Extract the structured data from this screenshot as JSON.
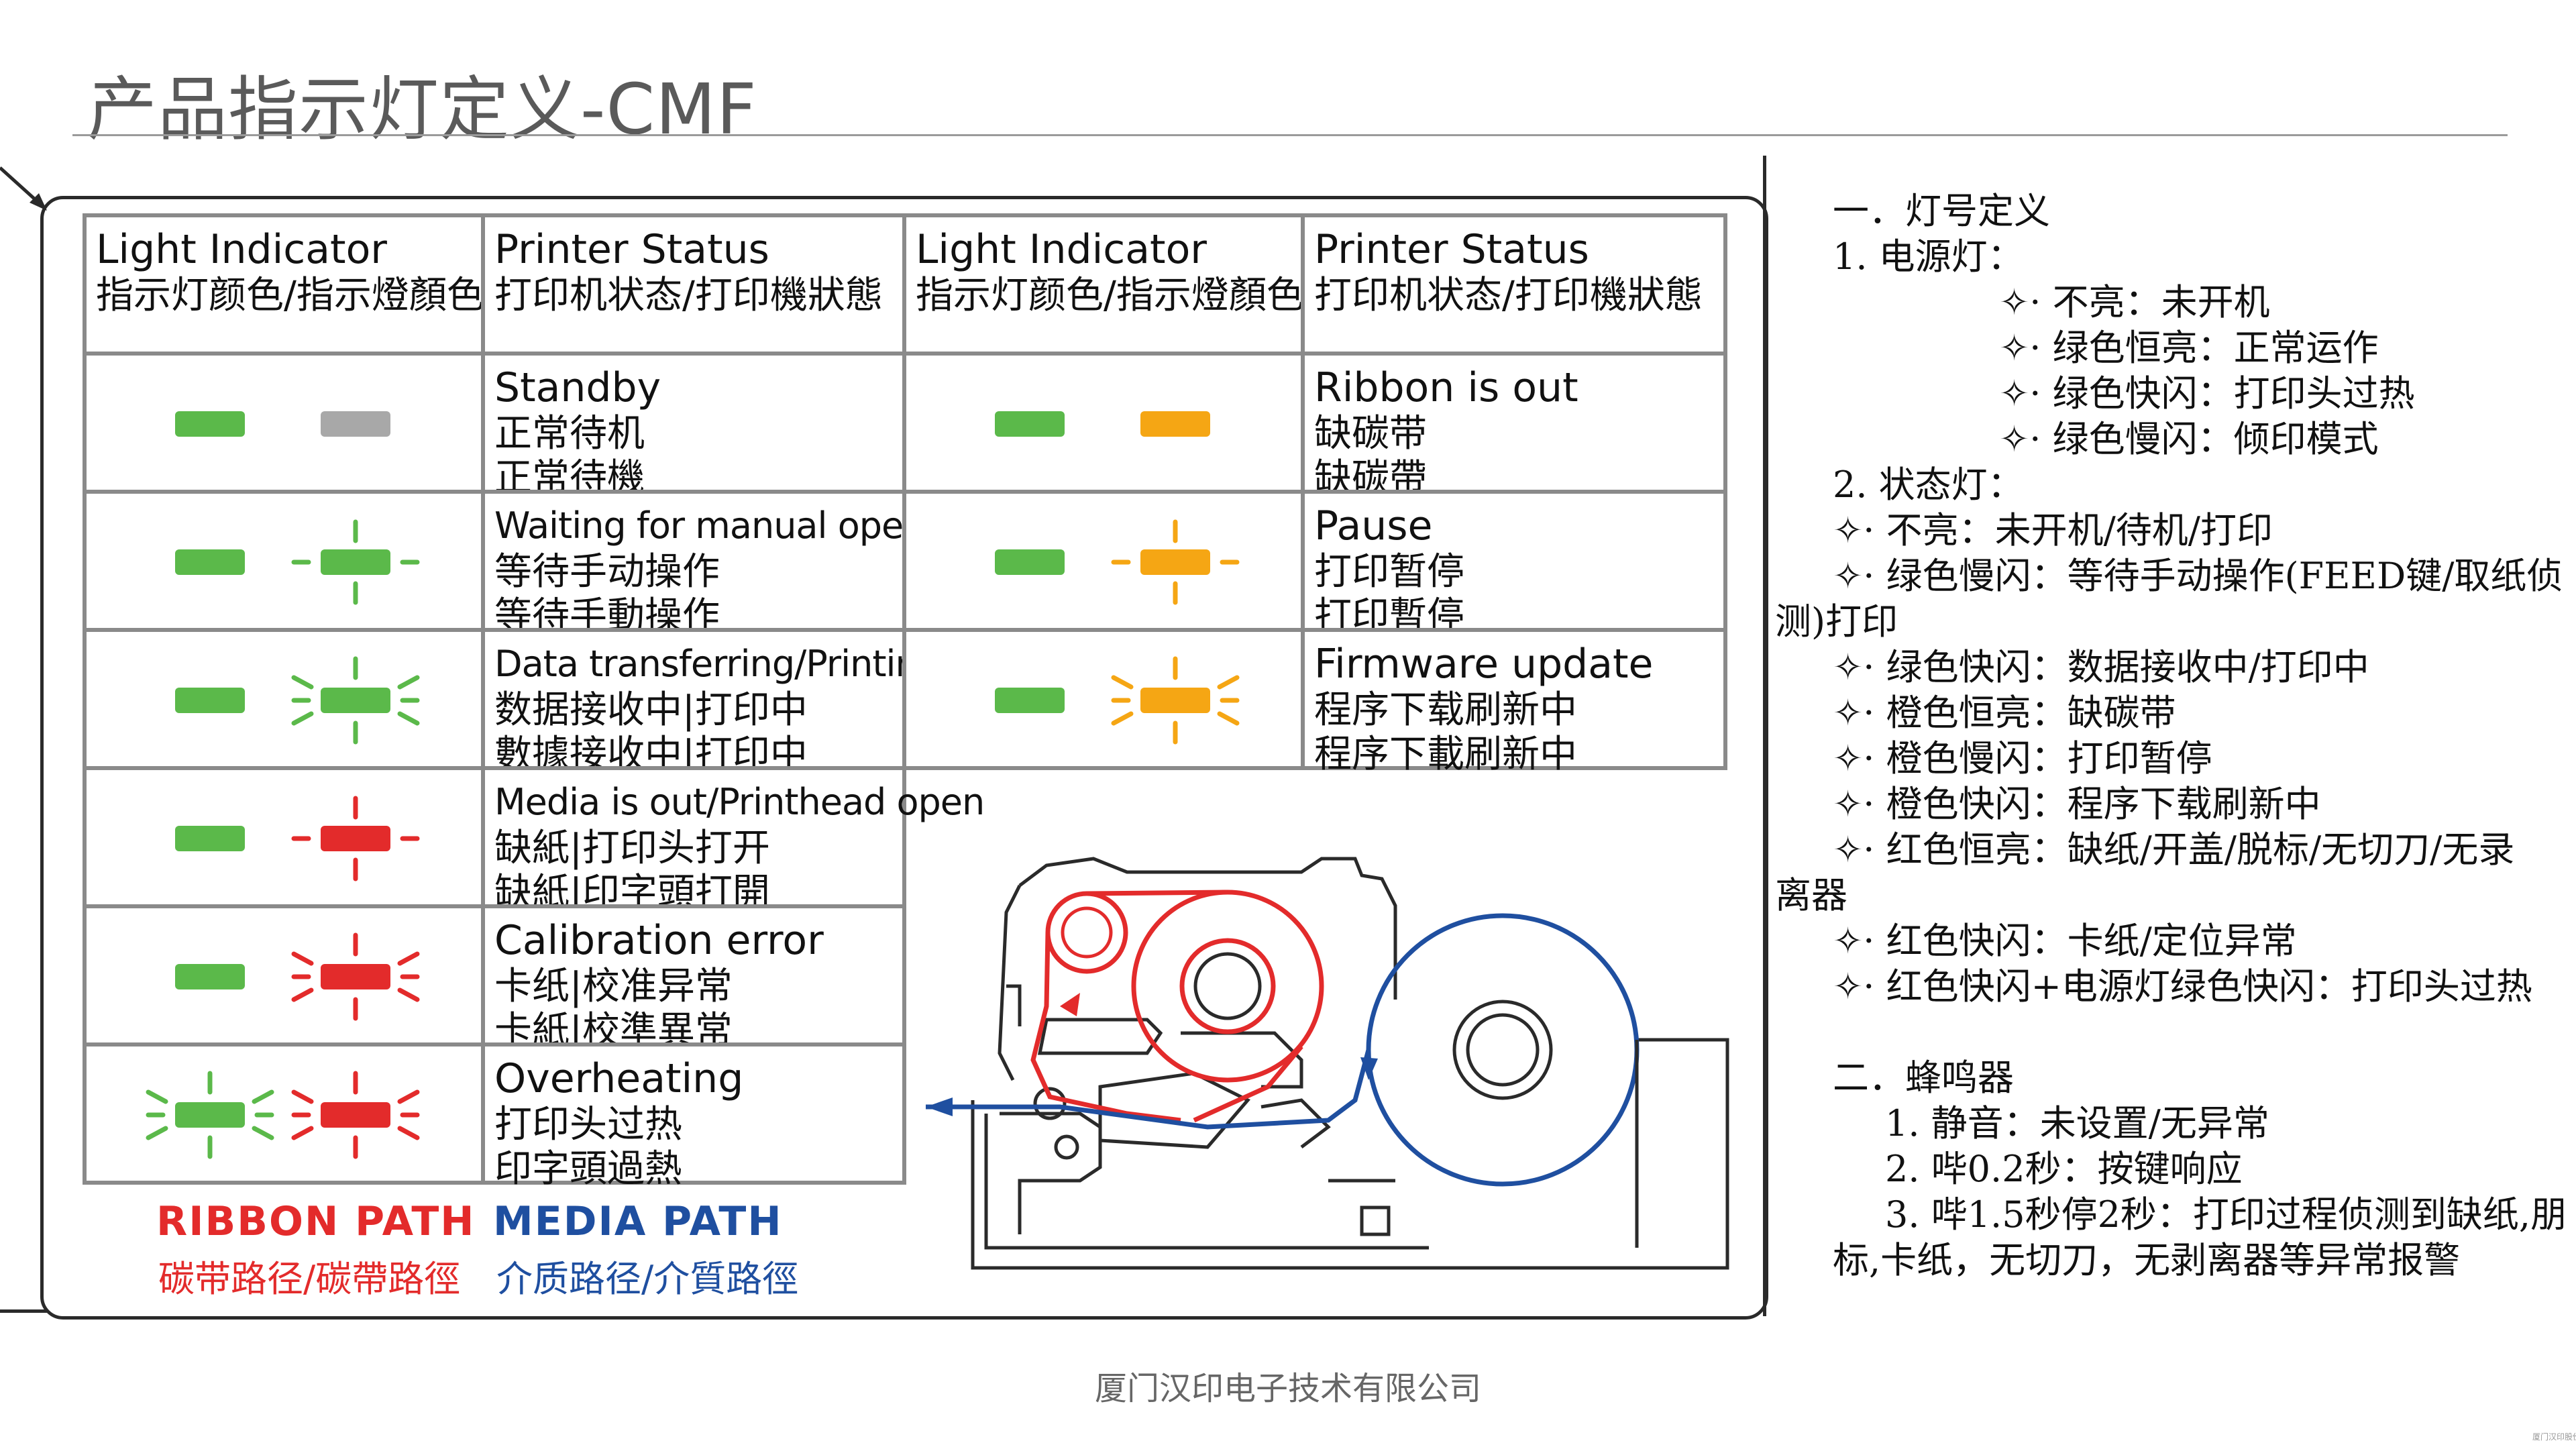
{
  "title": "产品指示灯定义-CMF",
  "table": {
    "header_left": {
      "en": "Light Indicator",
      "cn": "指示灯颜色/指示燈顏色"
    },
    "header_status": {
      "en": "Printer Status",
      "cn": "打印机状态/打印機狀態"
    },
    "header_right": {
      "en": "Light Indicator",
      "cn": "指示灯颜色/指示燈顏色"
    },
    "header_status_right": {
      "en": "Printer Status",
      "cn": "打印机状态/打印機狀態"
    },
    "left_rows": [
      {
        "en": "Standby",
        "cn": "正常待机",
        "tw": "正常待機"
      },
      {
        "en": "Waiting for manual operation",
        "cn": "等待手动操作",
        "tw": "等待手動操作"
      },
      {
        "en": "Data transferring/Printing",
        "cn": "数据接收中|打印中",
        "tw": "數據接收中|打印中"
      },
      {
        "en": "Media is out/Printhead open",
        "cn": "缺紙|打印头打开",
        "tw": "缺紙|印字頭打開"
      },
      {
        "en": "Calibration error",
        "cn": "卡纸|校准异常",
        "tw": "卡紙|校準異常"
      },
      {
        "en": "Overheating",
        "cn": "打印头过热",
        "tw": "印字頭過熱"
      }
    ],
    "right_rows": [
      {
        "en": "Ribbon is out",
        "cn": "缺碳带",
        "tw": "缺碳帶"
      },
      {
        "en": "Pause",
        "cn": "打印暂停",
        "tw": "打印暫停"
      },
      {
        "en": "Firmware update",
        "cn": "程序下载刷新中",
        "tw": "程序下載刷新中"
      }
    ]
  },
  "legend": {
    "ribbon_path": "RIBBON PATH",
    "ribbon_path_cn": "碳带路径/碳帶路徑",
    "media_path": "MEDIA PATH",
    "media_path_cn": "介质路径/介質路徑"
  },
  "colors": {
    "green": "#5bb94a",
    "gray": "#a8a8a8",
    "orange": "#f5a614",
    "red": "#e32b2b",
    "ribbon": "#e32b2b",
    "media": "#1f4fa0"
  },
  "notes": {
    "sec1": "一．灯号定义",
    "power_title": "1. 电源灯：",
    "power_items": [
      "✧· 不亮：未开机",
      "✧· 绿色恒亮：正常运作",
      "✧· 绿色快闪：打印头过热",
      "✧· 绿色慢闪：倾印模式"
    ],
    "status_title": "2. 状态灯：",
    "status_items": [
      "✧· 不亮：未开机/待机/打印",
      "✧· 绿色慢闪：等待手动操作(FEED键/取纸侦",
      "测)打印",
      "✧· 绿色快闪：数据接收中/打印中",
      "✧· 橙色恒亮：缺碳带",
      "✧· 橙色慢闪：打印暂停",
      "✧· 橙色快闪：程序下载刷新中",
      "✧· 红色恒亮：缺纸/开盖/脱标/无切刀/无录",
      "离器",
      "✧· 红色快闪：卡纸/定位异常",
      "✧· 红色快闪+电源灯绿色快闪：打印头过热"
    ],
    "sec2": "二．蜂鸣器",
    "buzzer_items": [
      "1. 静音：未设置/无异常",
      "2. 哔0.2秒：按键响应",
      "3. 哔1.5秒停2秒：打印过程侦测到缺纸,朋",
      "标,卡纸，无切刀，无剥离器等异常报警"
    ]
  },
  "footer": "厦门汉印电子技术有限公司",
  "watermark": "厦门汉印股份有限公司"
}
